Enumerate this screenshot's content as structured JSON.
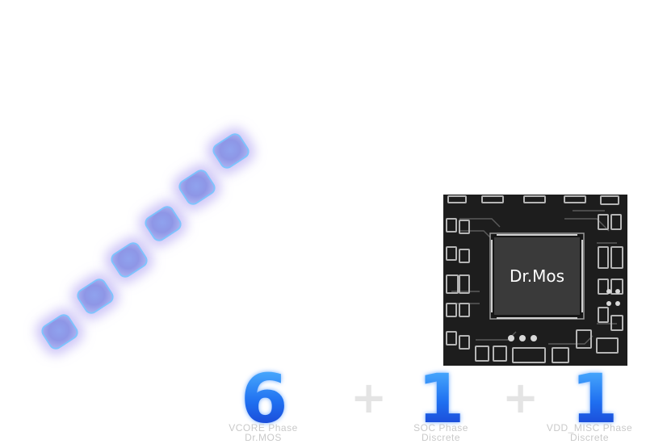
{
  "chip": {
    "label": "Dr.Mos"
  },
  "phases": [
    {
      "count": "6",
      "line1": "VCORE Phase",
      "line2": "Dr.MOS"
    },
    {
      "count": "1",
      "line1": "SOC Phase",
      "line2": "Discrete"
    },
    {
      "count": "1",
      "line1": "VDD_MISC Phase",
      "line2": "Discrete"
    }
  ],
  "separators": {
    "plus": "+"
  },
  "colors": {
    "accent": "#1f6ff0",
    "chip_glow": "#8e96e6",
    "pcb": "#1d1d1d"
  },
  "icons": [
    "phase-chip-icon",
    "dr-mos-chip-icon"
  ]
}
